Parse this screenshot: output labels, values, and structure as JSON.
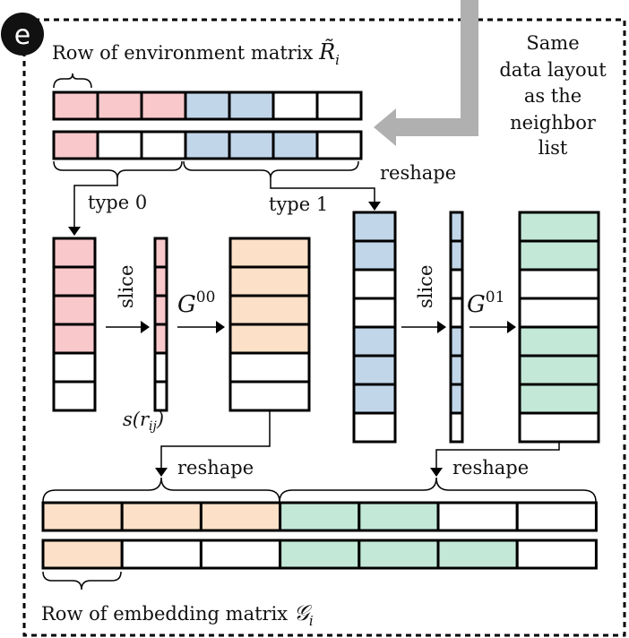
{
  "badge": "e",
  "env_label": "Row of environment matrix",
  "env_symbol": "R̃",
  "env_sub": "i",
  "side_note": [
    "Same",
    "data layout",
    "as the",
    "neighbor",
    "list"
  ],
  "type0": "type 0",
  "type1": "type 1",
  "reshape_labels": [
    "reshape",
    "reshape",
    "reshape"
  ],
  "slice_labels": [
    "slice",
    "slice"
  ],
  "g00": "G",
  "g00_sup": "00",
  "g01": "G",
  "g01_sup": "01",
  "s_label": "s(r",
  "s_sub": "ij",
  "s_close": ")",
  "emb_label": "Row of embedding matrix",
  "emb_symbol": "𝒢",
  "emb_sub": "i",
  "colors": {
    "P": "#f8c8cb",
    "B": "#c2d6ea",
    "O": "#fce0c8",
    "G": "#c3e8d8",
    "W": "#ffffff",
    "arrow_gray": "#b0b0b0"
  },
  "env_rows": [
    [
      "P",
      "P",
      "P",
      "B",
      "B",
      "W",
      "W"
    ],
    [
      "P",
      "W",
      "W",
      "B",
      "B",
      "B",
      "W"
    ]
  ],
  "col_type0": [
    "P",
    "P",
    "P",
    "P",
    "W",
    "W"
  ],
  "col_type0_out": [
    "O",
    "O",
    "O",
    "O",
    "W",
    "W"
  ],
  "col_type1": [
    "B",
    "B",
    "W",
    "W",
    "B",
    "B",
    "B",
    "W"
  ],
  "col_type1_out": [
    "G",
    "G",
    "W",
    "W",
    "G",
    "G",
    "G",
    "W"
  ],
  "emb_rows": [
    [
      "O",
      "O",
      "O",
      "G",
      "G",
      "W",
      "W"
    ],
    [
      "O",
      "W",
      "W",
      "G",
      "G",
      "G",
      "W"
    ]
  ]
}
